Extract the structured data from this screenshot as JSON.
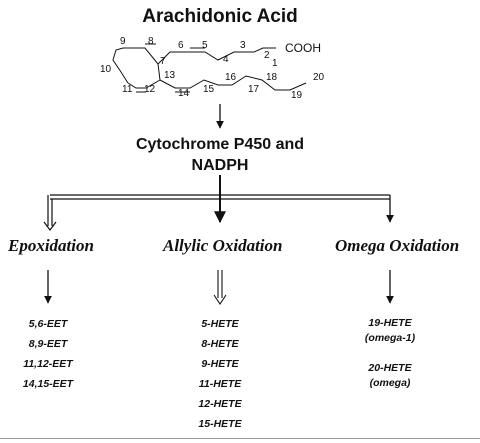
{
  "title": "Arachidonic Acid",
  "structure": {
    "group": "COOH",
    "carbon_labels": [
      "1",
      "2",
      "3",
      "4",
      "5",
      "6",
      "7",
      "8",
      "9",
      "10",
      "11",
      "12",
      "13",
      "14",
      "15",
      "16",
      "17",
      "18",
      "19",
      "20"
    ]
  },
  "enzyme": {
    "line1": "Cytochrome P450 and",
    "line2": "NADPH"
  },
  "branches": {
    "epox": {
      "title": "Epoxidation",
      "products": [
        "5,6-EET",
        "8,9-EET",
        "11,12-EET",
        "14,15-EET"
      ]
    },
    "allylic": {
      "title": "Allylic Oxidation",
      "products": [
        "5-HETE",
        "8-HETE",
        "9-HETE",
        "11-HETE",
        "12-HETE",
        "15-HETE"
      ]
    },
    "omega": {
      "title": "Omega Oxidation",
      "products": [
        "19-HETE",
        "(omega-1)",
        "",
        "20-HETE",
        "(omega)"
      ]
    }
  }
}
